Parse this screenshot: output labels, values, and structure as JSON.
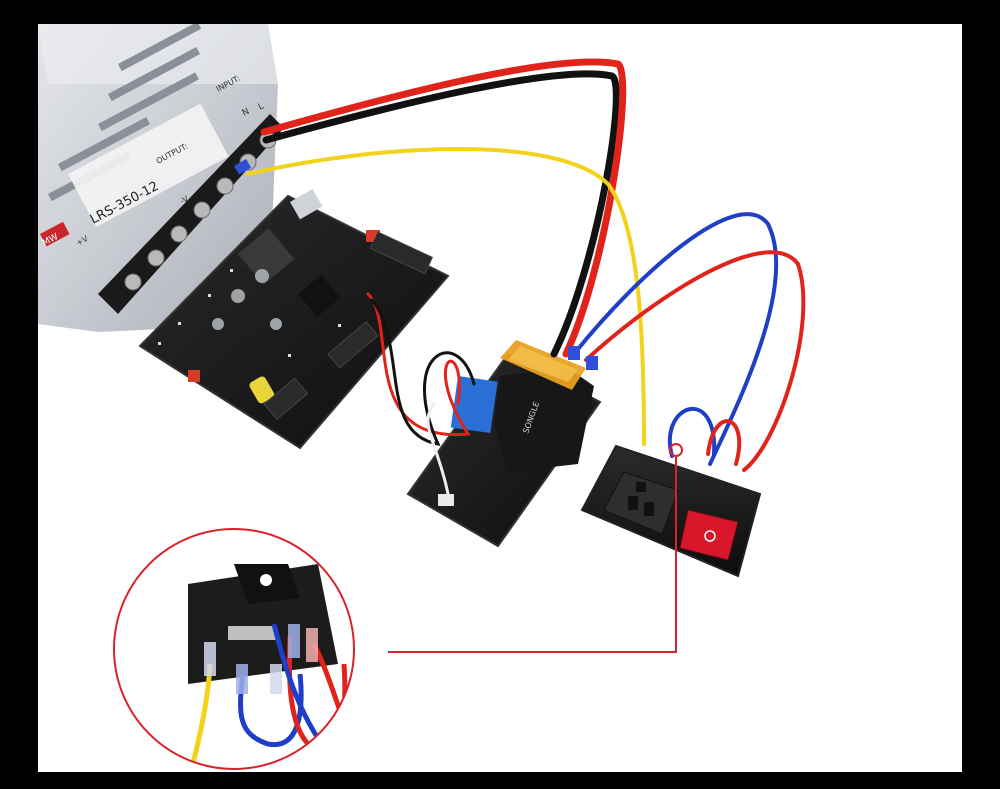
{
  "scene": {
    "psu_model": "LRS-350-12",
    "psu_brand": "MW",
    "psu_terminal_v_plus": "+V",
    "psu_terminal_v_minus": "-V",
    "psu_terminal_l": "L",
    "psu_terminal_n": "N",
    "psu_input_text": "INPUT:",
    "psu_output_text": "OUTPUT:",
    "relay_brand": "SONGLE"
  },
  "colors": {
    "background": "#ffffff",
    "frame": "#000000",
    "wire_red": "#e0241c",
    "wire_black": "#111111",
    "wire_yellow": "#f2d21a",
    "wire_blue": "#1f3fc7",
    "callout": "#d8232a",
    "pcb": "#161616",
    "relay_blue": "#2a6fd6",
    "switch_red": "#d8182a"
  }
}
